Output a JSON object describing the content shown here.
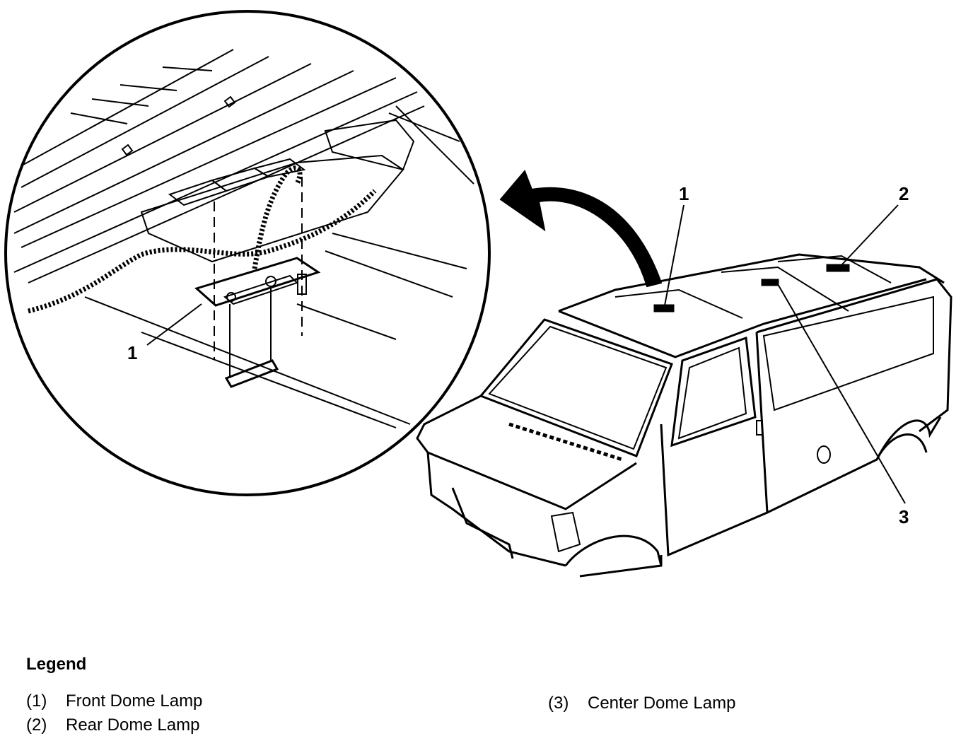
{
  "callouts": {
    "detail_1": "1",
    "vehicle_1": "1",
    "vehicle_2": "2",
    "vehicle_3": "3"
  },
  "legend": {
    "title": "Legend",
    "items": [
      {
        "number": "(1)",
        "label": "Front Dome Lamp"
      },
      {
        "number": "(2)",
        "label": "Rear Dome Lamp"
      },
      {
        "number": "(3)",
        "label": "Center Dome Lamp"
      }
    ]
  }
}
